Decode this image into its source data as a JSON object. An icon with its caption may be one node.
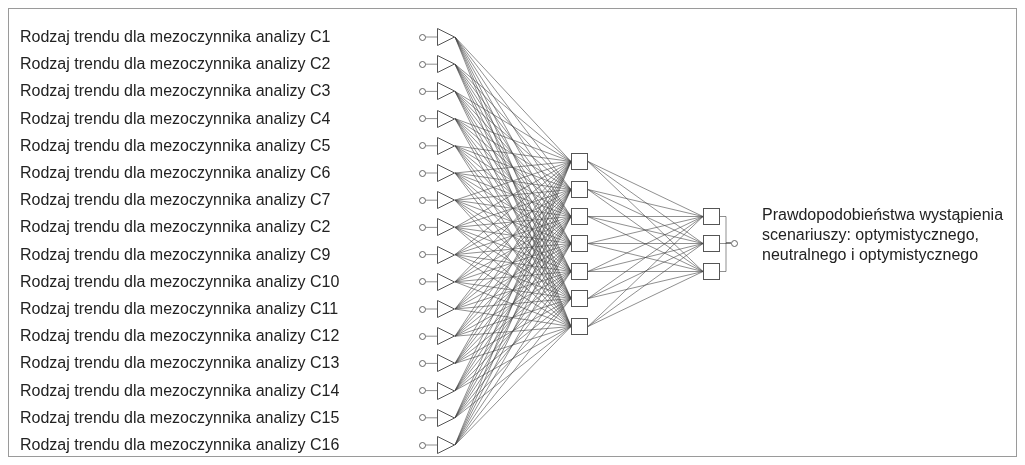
{
  "diagram": {
    "nodes": [
      {
        "text": [],
        "shape": "circle"
      },
      {
        "text": [],
        "shape": "circle"
      },
      {
        "text": [],
        "shape": "circle"
      },
      {
        "text": [],
        "shape": "circle"
      },
      {
        "text": [],
        "shape": "circle"
      },
      {
        "text": [],
        "shape": "circle"
      },
      {
        "text": [],
        "shape": "circle"
      },
      {
        "text": [],
        "shape": "circle"
      },
      {
        "text": [],
        "shape": "circle"
      },
      {
        "text": [],
        "shape": "circle"
      },
      {
        "text": [],
        "shape": "circle"
      },
      {
        "text": [],
        "shape": "circle"
      },
      {
        "text": [],
        "shape": "circle"
      },
      {
        "text": [],
        "shape": "circle"
      },
      {
        "text": [],
        "shape": "circle"
      },
      {
        "text": [],
        "shape": "circle"
      },
      {
        "text": [],
        "shape": "triangle"
      },
      {
        "text": [],
        "shape": "triangle"
      },
      {
        "text": [],
        "shape": "triangle"
      },
      {
        "text": [],
        "shape": "triangle"
      },
      {
        "text": [],
        "shape": "triangle"
      },
      {
        "text": [],
        "shape": "triangle"
      },
      {
        "text": [],
        "shape": "triangle"
      },
      {
        "text": [],
        "shape": "triangle"
      },
      {
        "text": [],
        "shape": "triangle"
      },
      {
        "text": [],
        "shape": "triangle"
      },
      {
        "text": [],
        "shape": "triangle"
      },
      {
        "text": [],
        "shape": "triangle"
      },
      {
        "text": [],
        "shape": "triangle"
      },
      {
        "text": [],
        "shape": "triangle"
      },
      {
        "text": [],
        "shape": "triangle"
      },
      {
        "text": [],
        "shape": "triangle"
      },
      {
        "text": [],
        "shape": "box"
      },
      {
        "text": [],
        "shape": "box"
      },
      {
        "text": [],
        "shape": "box"
      },
      {
        "text": [],
        "shape": "box"
      },
      {
        "text": [],
        "shape": "box"
      },
      {
        "text": [],
        "shape": "box"
      },
      {
        "text": [],
        "shape": "box"
      },
      {
        "text": [],
        "shape": "box"
      },
      {
        "text": [],
        "shape": "box"
      },
      {
        "text": [],
        "shape": "box"
      },
      {
        "text": [],
        "shape": "circle",
        "beside": [
          "Prawdopodobieństwa wystąpienia scenariuszy: optymistycznego, neutralnego i optymistycznego"
        ]
      }
    ],
    "edges": [
      {
        "from": 0,
        "to": 16,
        "arrow": "none"
      },
      {
        "from": 1,
        "to": 17,
        "arrow": "none"
      },
      {
        "from": 2,
        "to": 18,
        "arrow": "none"
      },
      {
        "from": 3,
        "to": 19,
        "arrow": "none"
      },
      {
        "from": 4,
        "to": 20,
        "arrow": "none"
      },
      {
        "from": 5,
        "to": 21,
        "arrow": "none"
      },
      {
        "from": 6,
        "to": 22,
        "arrow": "none"
      },
      {
        "from": 7,
        "to": 23,
        "arrow": "none"
      },
      {
        "from": 8,
        "to": 24,
        "arrow": "none"
      },
      {
        "from": 9,
        "to": 25,
        "arrow": "none"
      },
      {
        "from": 10,
        "to": 26,
        "arrow": "none"
      },
      {
        "from": 11,
        "to": 27,
        "arrow": "none"
      },
      {
        "from": 12,
        "to": 28,
        "arrow": "none"
      },
      {
        "from": 13,
        "to": 29,
        "arrow": "none"
      },
      {
        "from": 14,
        "to": 30,
        "arrow": "none"
      },
      {
        "from": 15,
        "to": 31,
        "arrow": "none"
      },
      {
        "from": 16,
        "to": 32,
        "arrow": "none"
      },
      {
        "from": 16,
        "to": 33,
        "arrow": "none"
      },
      {
        "from": 16,
        "to": 34,
        "arrow": "none"
      },
      {
        "from": 16,
        "to": 35,
        "arrow": "none"
      },
      {
        "from": 16,
        "to": 36,
        "arrow": "none"
      },
      {
        "from": 16,
        "to": 37,
        "arrow": "none"
      },
      {
        "from": 16,
        "to": 38,
        "arrow": "none"
      },
      {
        "from": 17,
        "to": 32,
        "arrow": "none"
      },
      {
        "from": 17,
        "to": 33,
        "arrow": "none"
      },
      {
        "from": 17,
        "to": 34,
        "arrow": "none"
      },
      {
        "from": 17,
        "to": 35,
        "arrow": "none"
      },
      {
        "from": 17,
        "to": 36,
        "arrow": "none"
      },
      {
        "from": 17,
        "to": 37,
        "arrow": "none"
      },
      {
        "from": 17,
        "to": 38,
        "arrow": "none"
      },
      {
        "from": 18,
        "to": 32,
        "arrow": "none"
      },
      {
        "from": 18,
        "to": 33,
        "arrow": "none"
      },
      {
        "from": 18,
        "to": 34,
        "arrow": "none"
      },
      {
        "from": 18,
        "to": 35,
        "arrow": "none"
      },
      {
        "from": 18,
        "to": 36,
        "arrow": "none"
      },
      {
        "from": 18,
        "to": 37,
        "arrow": "none"
      },
      {
        "from": 18,
        "to": 38,
        "arrow": "none"
      },
      {
        "from": 19,
        "to": 32,
        "arrow": "none"
      },
      {
        "from": 19,
        "to": 33,
        "arrow": "none"
      },
      {
        "from": 19,
        "to": 34,
        "arrow": "none"
      },
      {
        "from": 19,
        "to": 35,
        "arrow": "none"
      },
      {
        "from": 19,
        "to": 36,
        "arrow": "none"
      },
      {
        "from": 19,
        "to": 37,
        "arrow": "none"
      },
      {
        "from": 19,
        "to": 38,
        "arrow": "none"
      },
      {
        "from": 20,
        "to": 32,
        "arrow": "none"
      },
      {
        "from": 20,
        "to": 33,
        "arrow": "none"
      },
      {
        "from": 20,
        "to": 34,
        "arrow": "none"
      },
      {
        "from": 20,
        "to": 35,
        "arrow": "none"
      },
      {
        "from": 20,
        "to": 36,
        "arrow": "none"
      },
      {
        "from": 20,
        "to": 37,
        "arrow": "none"
      },
      {
        "from": 20,
        "to": 38,
        "arrow": "none"
      },
      {
        "from": 21,
        "to": 32,
        "arrow": "none"
      },
      {
        "from": 21,
        "to": 33,
        "arrow": "none"
      },
      {
        "from": 21,
        "to": 34,
        "arrow": "none"
      },
      {
        "from": 21,
        "to": 35,
        "arrow": "none"
      },
      {
        "from": 21,
        "to": 36,
        "arrow": "none"
      },
      {
        "from": 21,
        "to": 37,
        "arrow": "none"
      },
      {
        "from": 21,
        "to": 38,
        "arrow": "none"
      },
      {
        "from": 22,
        "to": 32,
        "arrow": "none"
      },
      {
        "from": 22,
        "to": 33,
        "arrow": "none"
      },
      {
        "from": 22,
        "to": 34,
        "arrow": "none"
      },
      {
        "from": 22,
        "to": 35,
        "arrow": "none"
      },
      {
        "from": 22,
        "to": 36,
        "arrow": "none"
      },
      {
        "from": 22,
        "to": 37,
        "arrow": "none"
      },
      {
        "from": 22,
        "to": 38,
        "arrow": "none"
      },
      {
        "from": 23,
        "to": 32,
        "arrow": "none"
      },
      {
        "from": 23,
        "to": 33,
        "arrow": "none"
      },
      {
        "from": 23,
        "to": 34,
        "arrow": "none"
      },
      {
        "from": 23,
        "to": 35,
        "arrow": "none"
      },
      {
        "from": 23,
        "to": 36,
        "arrow": "none"
      },
      {
        "from": 23,
        "to": 37,
        "arrow": "none"
      },
      {
        "from": 23,
        "to": 38,
        "arrow": "none"
      },
      {
        "from": 24,
        "to": 32,
        "arrow": "none"
      },
      {
        "from": 24,
        "to": 33,
        "arrow": "none"
      },
      {
        "from": 24,
        "to": 34,
        "arrow": "none"
      },
      {
        "from": 24,
        "to": 35,
        "arrow": "none"
      },
      {
        "from": 24,
        "to": 36,
        "arrow": "none"
      },
      {
        "from": 24,
        "to": 37,
        "arrow": "none"
      },
      {
        "from": 24,
        "to": 38,
        "arrow": "none"
      },
      {
        "from": 25,
        "to": 32,
        "arrow": "none"
      },
      {
        "from": 25,
        "to": 33,
        "arrow": "none"
      },
      {
        "from": 25,
        "to": 34,
        "arrow": "none"
      },
      {
        "from": 25,
        "to": 35,
        "arrow": "none"
      },
      {
        "from": 25,
        "to": 36,
        "arrow": "none"
      },
      {
        "from": 25,
        "to": 37,
        "arrow": "none"
      },
      {
        "from": 25,
        "to": 38,
        "arrow": "none"
      },
      {
        "from": 26,
        "to": 32,
        "arrow": "none"
      },
      {
        "from": 26,
        "to": 33,
        "arrow": "none"
      },
      {
        "from": 26,
        "to": 34,
        "arrow": "none"
      },
      {
        "from": 26,
        "to": 35,
        "arrow": "none"
      },
      {
        "from": 26,
        "to": 36,
        "arrow": "none"
      },
      {
        "from": 26,
        "to": 37,
        "arrow": "none"
      },
      {
        "from": 26,
        "to": 38,
        "arrow": "none"
      },
      {
        "from": 27,
        "to": 32,
        "arrow": "none"
      },
      {
        "from": 27,
        "to": 33,
        "arrow": "none"
      },
      {
        "from": 27,
        "to": 34,
        "arrow": "none"
      },
      {
        "from": 27,
        "to": 35,
        "arrow": "none"
      },
      {
        "from": 27,
        "to": 36,
        "arrow": "none"
      },
      {
        "from": 27,
        "to": 37,
        "arrow": "none"
      },
      {
        "from": 27,
        "to": 38,
        "arrow": "none"
      },
      {
        "from": 28,
        "to": 32,
        "arrow": "none"
      },
      {
        "from": 28,
        "to": 33,
        "arrow": "none"
      },
      {
        "from": 28,
        "to": 34,
        "arrow": "none"
      },
      {
        "from": 28,
        "to": 35,
        "arrow": "none"
      },
      {
        "from": 28,
        "to": 36,
        "arrow": "none"
      },
      {
        "from": 28,
        "to": 37,
        "arrow": "none"
      },
      {
        "from": 28,
        "to": 38,
        "arrow": "none"
      },
      {
        "from": 29,
        "to": 32,
        "arrow": "none"
      },
      {
        "from": 29,
        "to": 33,
        "arrow": "none"
      },
      {
        "from": 29,
        "to": 34,
        "arrow": "none"
      },
      {
        "from": 29,
        "to": 35,
        "arrow": "none"
      },
      {
        "from": 29,
        "to": 36,
        "arrow": "none"
      },
      {
        "from": 29,
        "to": 37,
        "arrow": "none"
      },
      {
        "from": 29,
        "to": 38,
        "arrow": "none"
      },
      {
        "from": 30,
        "to": 32,
        "arrow": "none"
      },
      {
        "from": 30,
        "to": 33,
        "arrow": "none"
      },
      {
        "from": 30,
        "to": 34,
        "arrow": "none"
      },
      {
        "from": 30,
        "to": 35,
        "arrow": "none"
      },
      {
        "from": 30,
        "to": 36,
        "arrow": "none"
      },
      {
        "from": 30,
        "to": 37,
        "arrow": "none"
      },
      {
        "from": 30,
        "to": 38,
        "arrow": "none"
      },
      {
        "from": 31,
        "to": 32,
        "arrow": "none"
      },
      {
        "from": 31,
        "to": 33,
        "arrow": "none"
      },
      {
        "from": 31,
        "to": 34,
        "arrow": "none"
      },
      {
        "from": 31,
        "to": 35,
        "arrow": "none"
      },
      {
        "from": 31,
        "to": 36,
        "arrow": "none"
      },
      {
        "from": 31,
        "to": 37,
        "arrow": "none"
      },
      {
        "from": 31,
        "to": 38,
        "arrow": "none"
      },
      {
        "from": 32,
        "to": 39,
        "arrow": "none"
      },
      {
        "from": 32,
        "to": 40,
        "arrow": "none"
      },
      {
        "from": 32,
        "to": 41,
        "arrow": "none"
      },
      {
        "from": 33,
        "to": 39,
        "arrow": "none"
      },
      {
        "from": 33,
        "to": 40,
        "arrow": "none"
      },
      {
        "from": 33,
        "to": 41,
        "arrow": "none"
      },
      {
        "from": 34,
        "to": 39,
        "arrow": "none"
      },
      {
        "from": 34,
        "to": 40,
        "arrow": "none"
      },
      {
        "from": 34,
        "to": 41,
        "arrow": "none"
      },
      {
        "from": 35,
        "to": 39,
        "arrow": "none"
      },
      {
        "from": 35,
        "to": 40,
        "arrow": "none"
      },
      {
        "from": 35,
        "to": 41,
        "arrow": "none"
      },
      {
        "from": 36,
        "to": 39,
        "arrow": "none"
      },
      {
        "from": 36,
        "to": 40,
        "arrow": "none"
      },
      {
        "from": 36,
        "to": 41,
        "arrow": "none"
      },
      {
        "from": 37,
        "to": 39,
        "arrow": "none"
      },
      {
        "from": 37,
        "to": 40,
        "arrow": "none"
      },
      {
        "from": 37,
        "to": 41,
        "arrow": "none"
      },
      {
        "from": 38,
        "to": 39,
        "arrow": "none"
      },
      {
        "from": 38,
        "to": 40,
        "arrow": "none"
      },
      {
        "from": 38,
        "to": 41,
        "arrow": "none"
      },
      {
        "from": 39,
        "to": 42,
        "arrow": "none"
      },
      {
        "from": 40,
        "to": 42,
        "arrow": "none"
      },
      {
        "from": 41,
        "to": 42,
        "arrow": "none"
      }
    ],
    "labels": [
      "Rodzaj trendu dla mezoczynnika analizy C1",
      "Rodzaj trendu dla mezoczynnika analizy C2",
      "Rodzaj trendu dla mezoczynnika analizy C3",
      "Rodzaj trendu dla mezoczynnika analizy C4",
      "Rodzaj trendu dla mezoczynnika analizy C5",
      "Rodzaj trendu dla mezoczynnika analizy C6",
      "Rodzaj trendu dla mezoczynnika analizy C7",
      "Rodzaj trendu dla mezoczynnika analizy C2",
      "Rodzaj trendu dla mezoczynnika analizy C9",
      "Rodzaj trendu dla mezoczynnika analizy C10",
      "Rodzaj trendu dla mezoczynnika analizy C11",
      "Rodzaj trendu dla mezoczynnika analizy C12",
      "Rodzaj trendu dla mezoczynnika analizy C13",
      "Rodzaj trendu dla mezoczynnika analizy C14",
      "Rodzaj trendu dla mezoczynnika analizy C15",
      "Rodzaj trendu dla mezoczynnika analizy C16"
    ]
  }
}
